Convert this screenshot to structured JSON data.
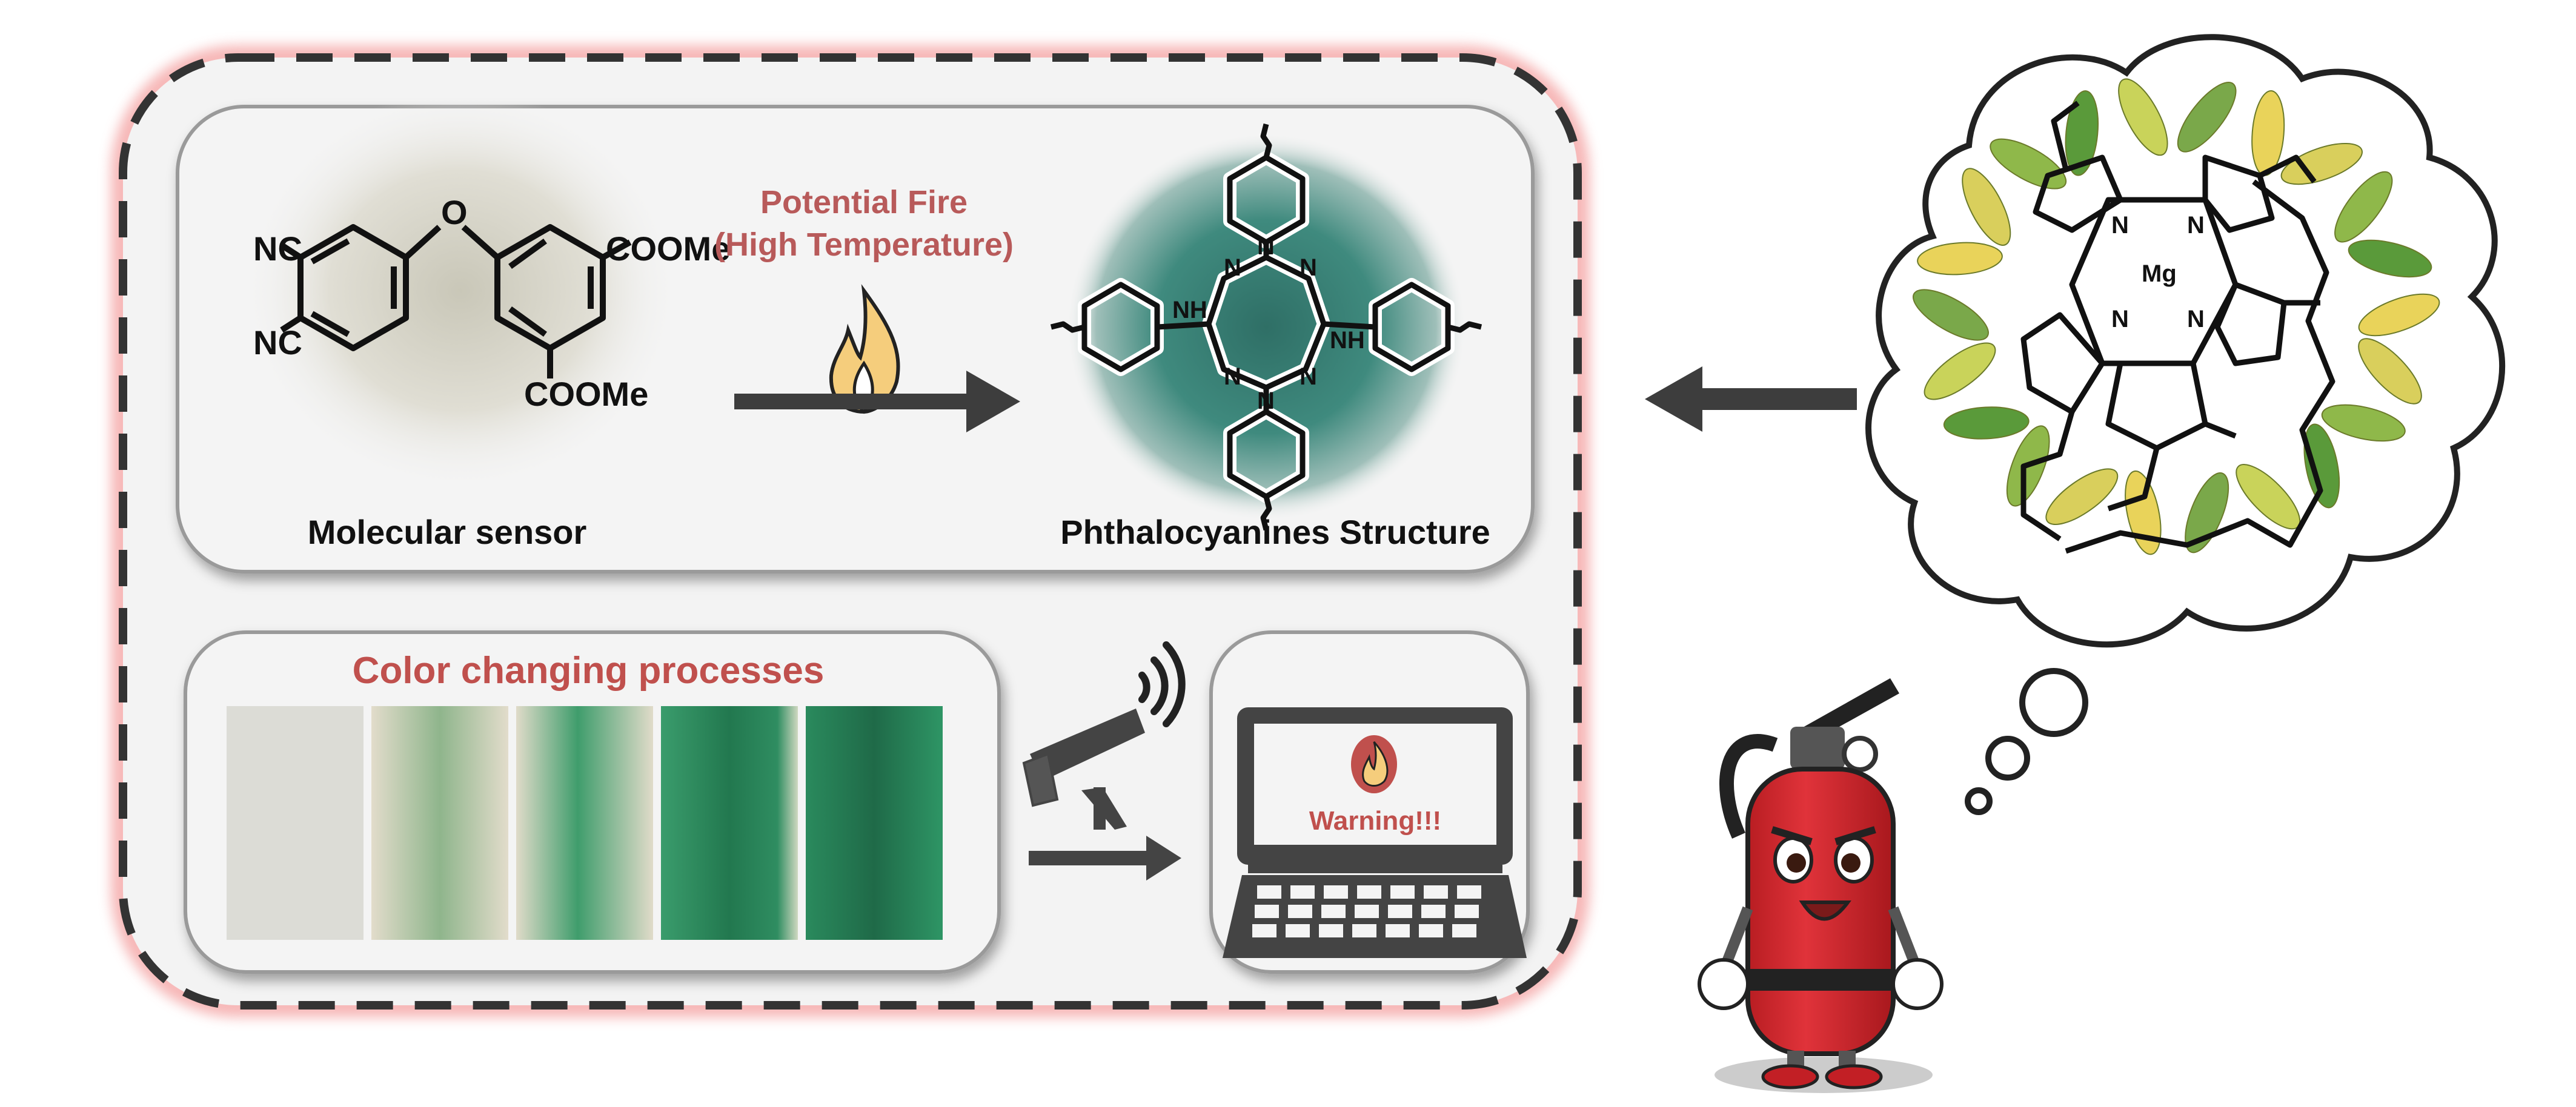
{
  "top_panel": {
    "precursor": {
      "label": "Molecular sensor",
      "groups": {
        "nc1": "NC",
        "nc2": "NC",
        "o": "O",
        "ester1": "COOMe",
        "ester2": "COOMe"
      }
    },
    "condition": {
      "line1": "Potential Fire",
      "line2": "(High Temperature)"
    },
    "product": {
      "label": "Phthalocyanines Structure",
      "atoms": {
        "n": "N",
        "nh": "NH"
      }
    }
  },
  "bottom_panel": {
    "title": "Color changing processes",
    "strip_colors": [
      "#dcdcd6",
      "#cfd7b8",
      "#7fbf93",
      "#2f9a66",
      "#237a55"
    ]
  },
  "alert_panel": {
    "warning": "Warning!!!"
  },
  "chlorophyll": {
    "metal": "Mg",
    "n": "N"
  },
  "colors": {
    "accent_red": "#c0504d",
    "dark_gray": "#444444",
    "panel_bg": "#f3f3f3",
    "flame": "#f5cd7c",
    "extinguisher_red": "#d9262c"
  }
}
